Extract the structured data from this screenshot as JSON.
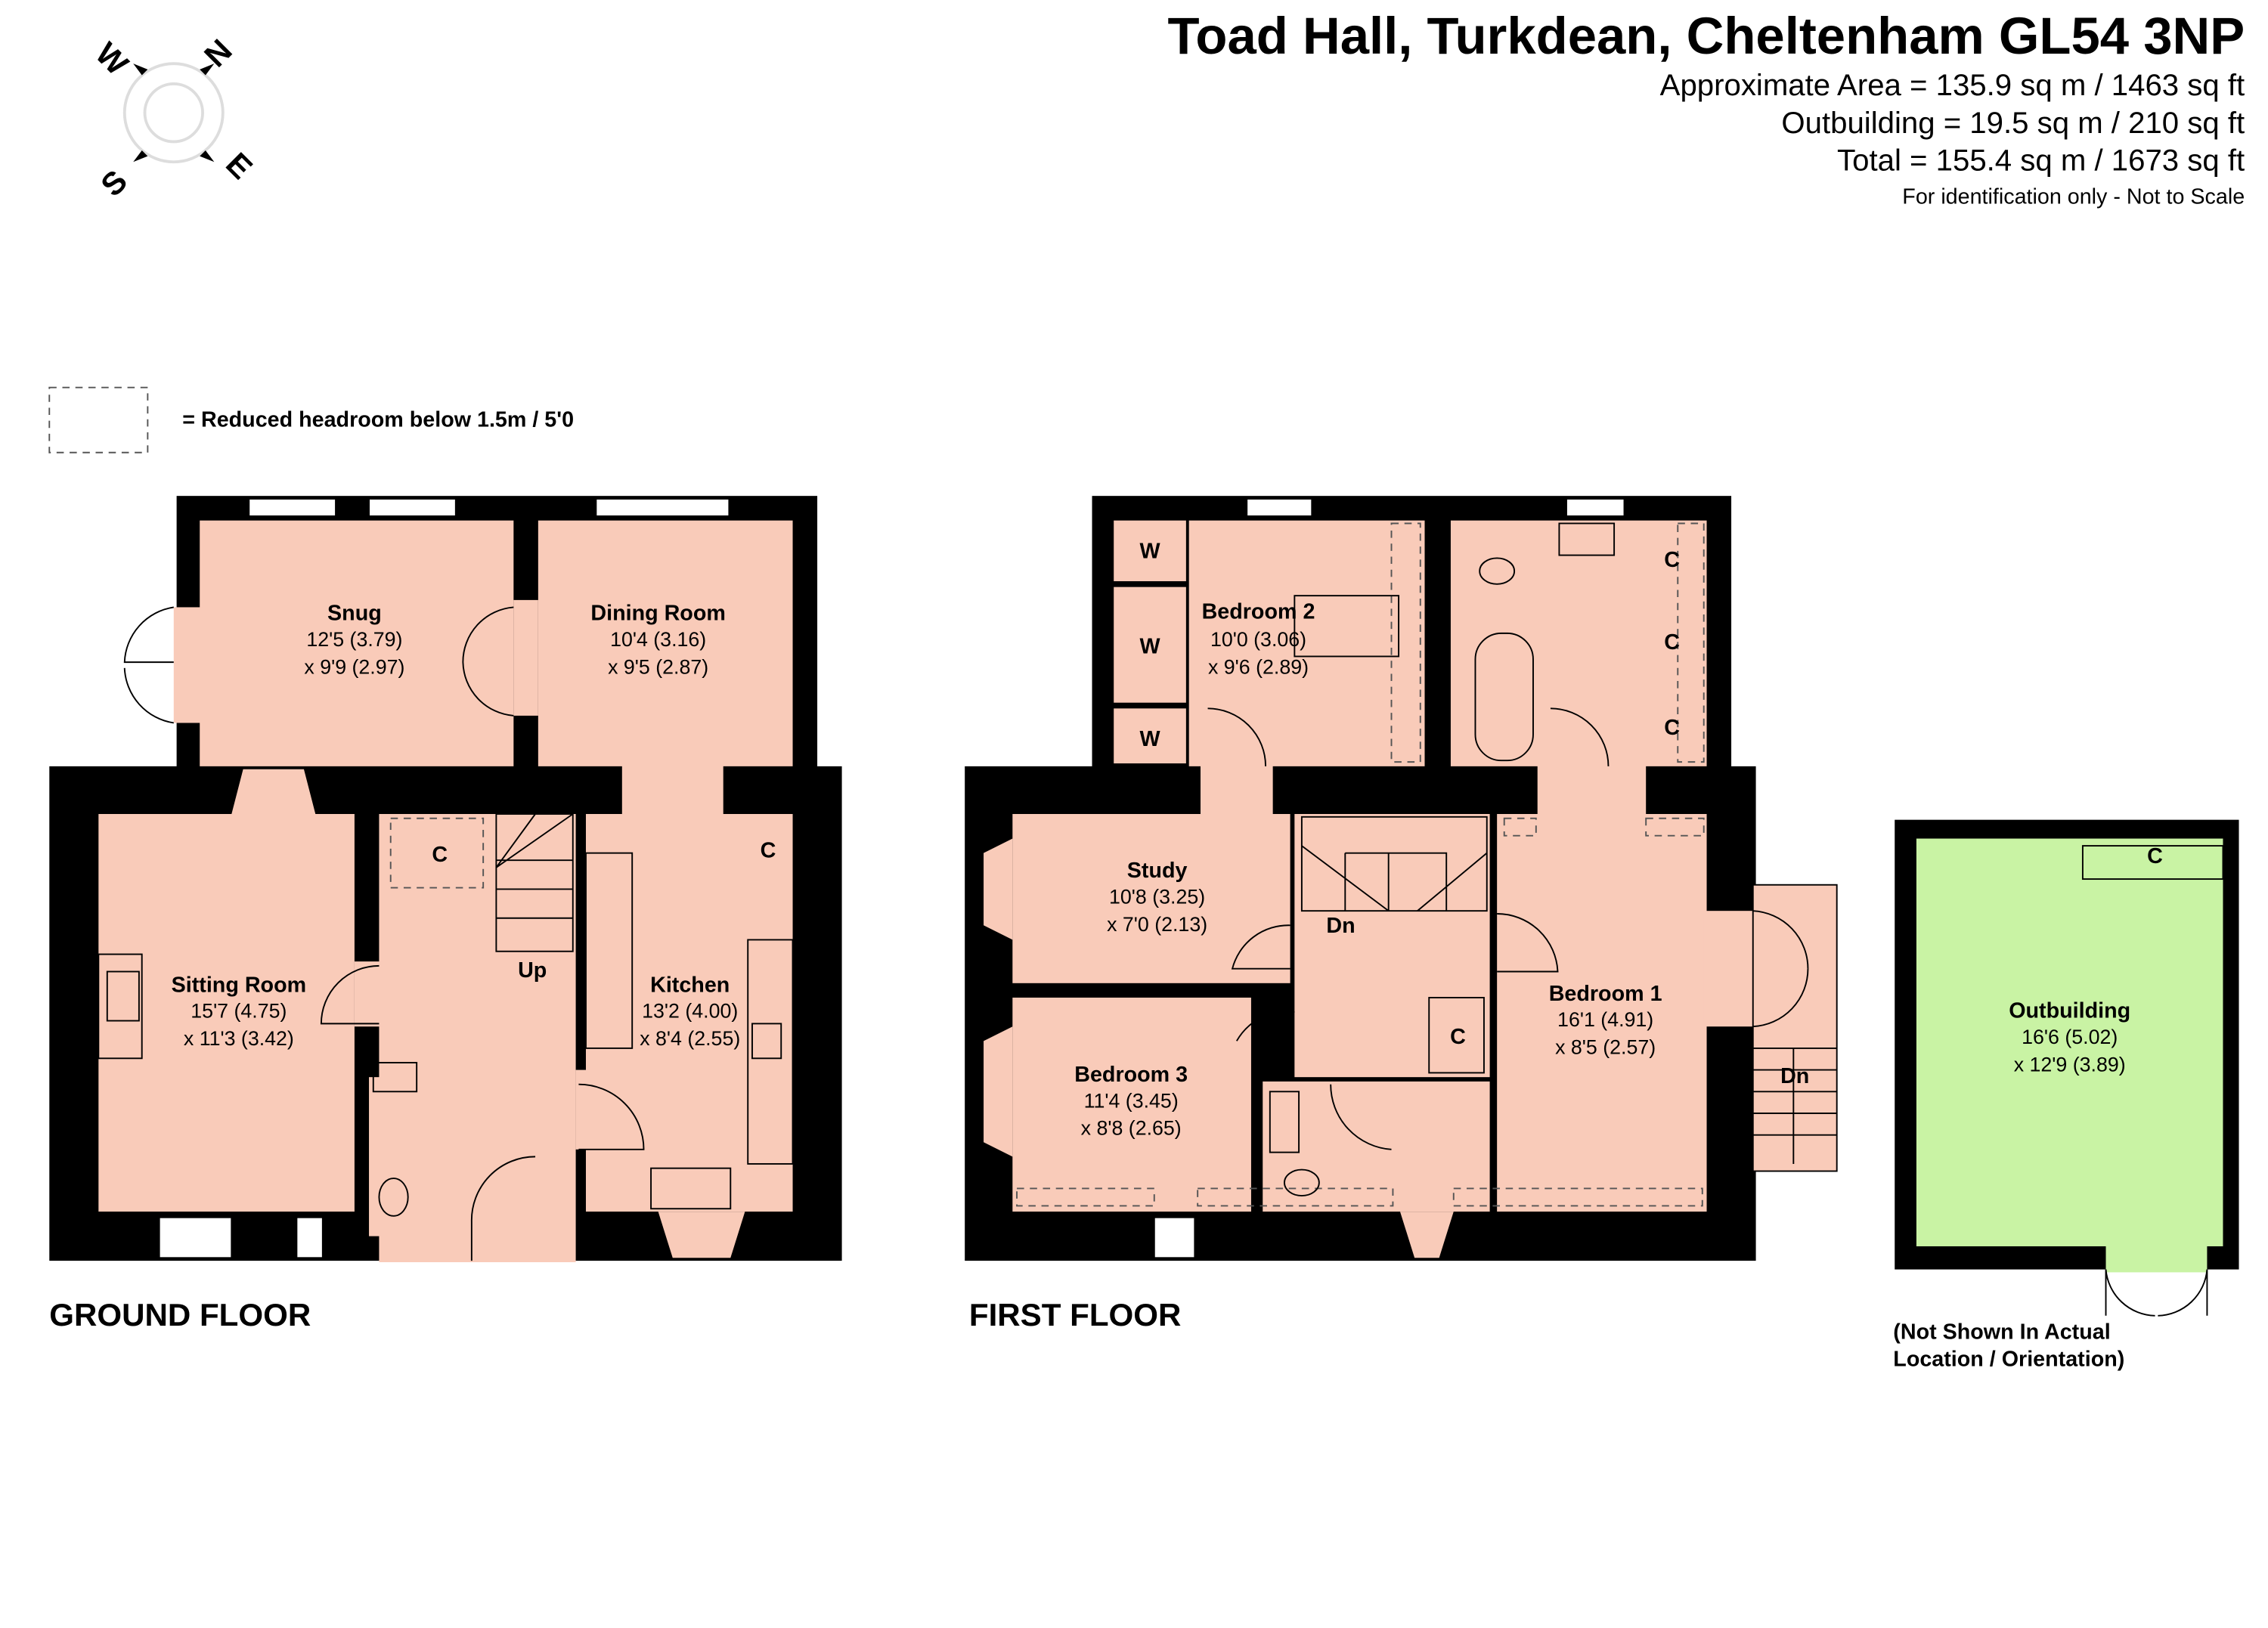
{
  "header": {
    "title": "Toad Hall, Turkdean, Cheltenham GL54 3NP",
    "approx_area": "Approximate Area = 135.9 sq m / 1463 sq ft",
    "outbuilding_area": "Outbuilding = 19.5 sq m / 210 sq ft",
    "total_area": "Total = 155.4 sq m / 1673 sq ft",
    "disclaimer": "For identification only - Not to Scale"
  },
  "compass": {
    "n": "N",
    "e": "E",
    "s": "S",
    "w": "W"
  },
  "legend": {
    "reduced_headroom": "= Reduced headroom below 1.5m / 5'0"
  },
  "colors": {
    "room": "#f9cbb9",
    "outbuilding": "#c9f3a4",
    "wall": "#000000"
  },
  "ground_floor": {
    "label": "GROUND FLOOR",
    "rooms": [
      {
        "name": "Snug",
        "dim1": "12'5 (3.79)",
        "dim2": "x 9'9 (2.97)"
      },
      {
        "name": "Dining Room",
        "dim1": "10'4 (3.16)",
        "dim2": "x 9'5 (2.87)"
      },
      {
        "name": "Sitting Room",
        "dim1": "15'7 (4.75)",
        "dim2": "x 11'3 (3.42)"
      },
      {
        "name": "Kitchen",
        "dim1": "13'2 (4.00)",
        "dim2": "x 8'4 (2.55)"
      }
    ],
    "cupboard": "C",
    "stairs": "Up"
  },
  "first_floor": {
    "label": "FIRST FLOOR",
    "rooms": [
      {
        "name": "Bedroom 2",
        "dim1": "10'0 (3.06)",
        "dim2": "x 9'6 (2.89)"
      },
      {
        "name": "Study",
        "dim1": "10'8 (3.25)",
        "dim2": "x 7'0 (2.13)"
      },
      {
        "name": "Bedroom 3",
        "dim1": "11'4 (3.45)",
        "dim2": "x 8'8 (2.65)"
      },
      {
        "name": "Bedroom 1",
        "dim1": "16'1 (4.91)",
        "dim2": "x 8'5 (2.57)"
      }
    ],
    "wardrobe": "W",
    "cupboard": "C",
    "stairs_down": "Dn"
  },
  "outbuilding": {
    "name": "Outbuilding",
    "dim1": "16'6 (5.02)",
    "dim2": "x 12'9 (3.89)",
    "cupboard": "C",
    "note1": "(Not Shown In Actual",
    "note2": "Location / Orientation)"
  }
}
